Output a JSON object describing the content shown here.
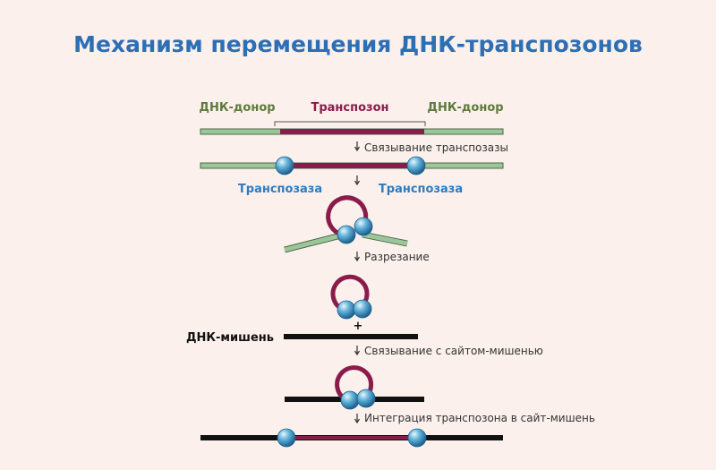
{
  "title": "Механизм перемещения ДНК-транспозонов",
  "labels": {
    "donor_left": "ДНК-донор",
    "transposon": "Транспозон",
    "donor_right": "ДНК-донор",
    "transposase_left": "Транспозаза",
    "transposase_right": "Транспозаза",
    "target_dna": "ДНК-мишень",
    "plus": "+"
  },
  "steps": [
    "Связывание транспозазы",
    "Разрезание",
    "Связывание с сайтом-мишенью",
    "Интеграция транспозона в сайт-мишень"
  ],
  "colors": {
    "background": "#fbf0ec",
    "title": "#2e6fb4",
    "donor_dna": "#9cc59a",
    "transposon": "#8a1c4c",
    "target_dna": "#111111",
    "transposase": "#3b8fc4"
  }
}
